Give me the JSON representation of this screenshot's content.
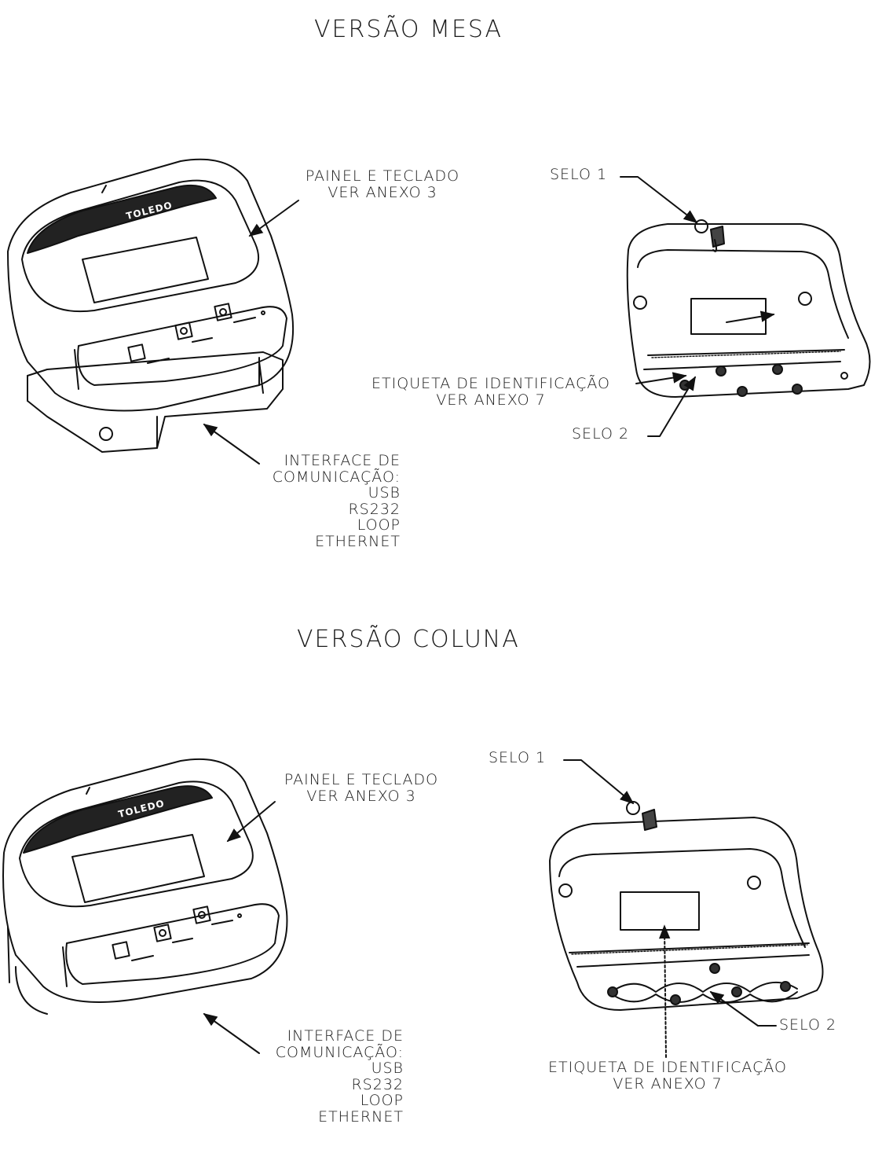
{
  "mesa": {
    "title": "VERSÃO MESA",
    "brand": "TOLEDO",
    "panel_label_line1": "PAINEL E TECLADO",
    "panel_label_line2": "VER ANEXO 3",
    "seal1": "SELO 1",
    "seal2": "SELO 2",
    "id_label_line1": "ETIQUETA DE IDENTIFICAÇÃO",
    "id_label_line2": "VER ANEXO 7",
    "interface": {
      "line1": "INTERFACE DE",
      "line2": "COMUNICAÇÃO:",
      "items": [
        "USB",
        "RS232",
        "LOOP",
        "ETHERNET"
      ]
    }
  },
  "coluna": {
    "title": "VERSÃO COLUNA",
    "brand": "TOLEDO",
    "panel_label_line1": "PAINEL E TECLADO",
    "panel_label_line2": "VER ANEXO 3",
    "seal1": "SELO 1",
    "seal2": "SELO 2",
    "id_label_line1": "ETIQUETA DE IDENTIFICAÇÃO",
    "id_label_line2": "VER ANEXO 7",
    "interface": {
      "line1": "INTERFACE DE",
      "line2": "COMUNICAÇÃO:",
      "items": [
        "USB",
        "RS232",
        "LOOP",
        "ETHERNET"
      ]
    }
  }
}
